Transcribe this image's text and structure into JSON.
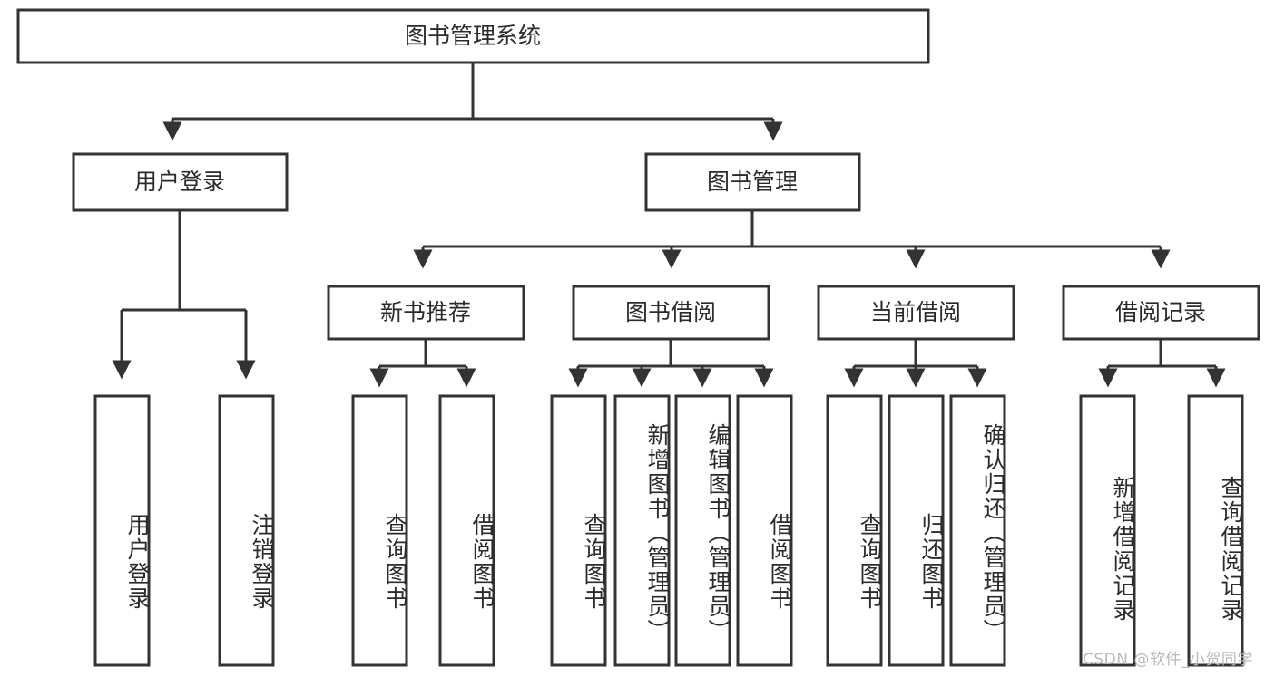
{
  "diagram": {
    "title": "图书管理系统",
    "type": "hierarchy-tree",
    "orientation": "top-down",
    "colors": {
      "box_fill": "#ffffff",
      "box_stroke": "#333333",
      "connector": "#333333",
      "text": "#2b2b2b",
      "watermark": "#b9b9b9"
    },
    "root": {
      "label": "图书管理系统"
    },
    "level2": [
      {
        "id": "user-login",
        "label": "用户登录"
      },
      {
        "id": "book-management",
        "label": "图书管理"
      }
    ],
    "level3": [
      {
        "id": "new-book-recommend",
        "label": "新书推荐",
        "parent": "book-management"
      },
      {
        "id": "book-borrow",
        "label": "图书借阅",
        "parent": "book-management"
      },
      {
        "id": "current-borrow",
        "label": "当前借阅",
        "parent": "book-management"
      },
      {
        "id": "borrow-record",
        "label": "借阅记录",
        "parent": "book-management"
      }
    ],
    "leaves": {
      "user-login": [
        {
          "id": "leaf-user-login",
          "label": "用户登录"
        },
        {
          "id": "leaf-logout-login",
          "label": "注销登录"
        }
      ],
      "new-book-recommend": [
        {
          "id": "leaf-query-book-1",
          "label": "查询图书"
        },
        {
          "id": "leaf-borrow-book-1",
          "label": "借阅图书"
        }
      ],
      "book-borrow": [
        {
          "id": "leaf-query-book-2",
          "label": "查询图书"
        },
        {
          "id": "leaf-add-book",
          "label": "新增图书（管理员）"
        },
        {
          "id": "leaf-edit-book",
          "label": "编辑图书（管理员）"
        },
        {
          "id": "leaf-borrow-book-2",
          "label": "借阅图书"
        }
      ],
      "current-borrow": [
        {
          "id": "leaf-query-book-3",
          "label": "查询图书"
        },
        {
          "id": "leaf-return-book",
          "label": "归还图书"
        },
        {
          "id": "leaf-confirm-return",
          "label": "确认归还（管理员）"
        }
      ],
      "borrow-record": [
        {
          "id": "leaf-add-record",
          "label": "新增借阅记录"
        },
        {
          "id": "leaf-query-record",
          "label": "查询借阅记录"
        }
      ]
    }
  },
  "watermark": {
    "text": "CSDN @软件_小贺同学"
  }
}
